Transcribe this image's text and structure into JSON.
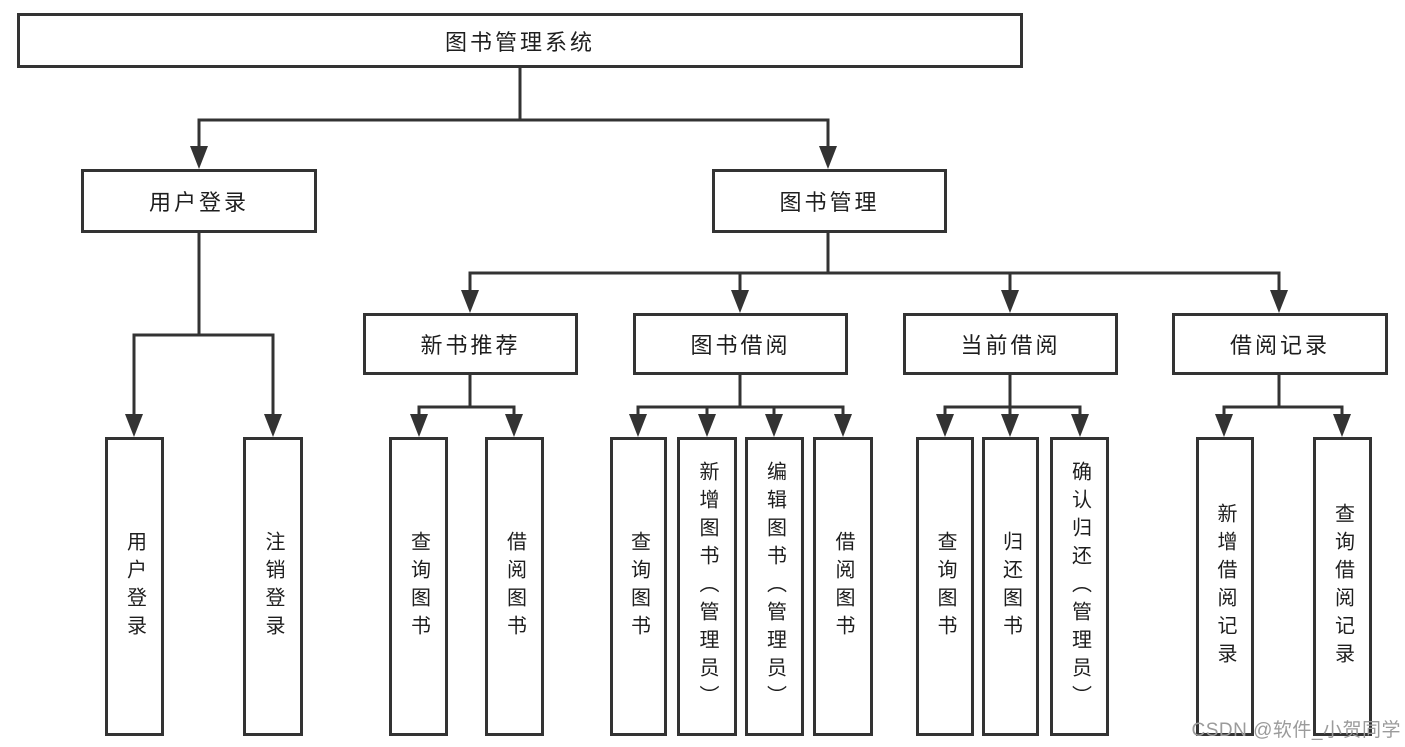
{
  "tree": {
    "root": "图书管理系统",
    "level2": [
      {
        "label": "用户登录"
      },
      {
        "label": "图书管理"
      }
    ],
    "level3": [
      {
        "label": "新书推荐"
      },
      {
        "label": "图书借阅"
      },
      {
        "label": "当前借阅"
      },
      {
        "label": "借阅记录"
      }
    ],
    "leaves": {
      "user_login": [
        "用户登录",
        "注销登录"
      ],
      "new_books": [
        "查询图书",
        "借阅图书"
      ],
      "borrow": [
        "查询图书",
        "新增图书（管理员）",
        "编辑图书（管理员）",
        "借阅图书"
      ],
      "current": [
        "查询图书",
        "归还图书",
        "确认归还（管理员）"
      ],
      "records": [
        "新增借阅记录",
        "查询借阅记录"
      ]
    }
  },
  "watermark": {
    "text": "CSDN @软件_小贺同学"
  },
  "colors": {
    "line": "#333333",
    "text": "#1e1e1e",
    "watermark": "#9b9b9b",
    "background": "#ffffff"
  }
}
